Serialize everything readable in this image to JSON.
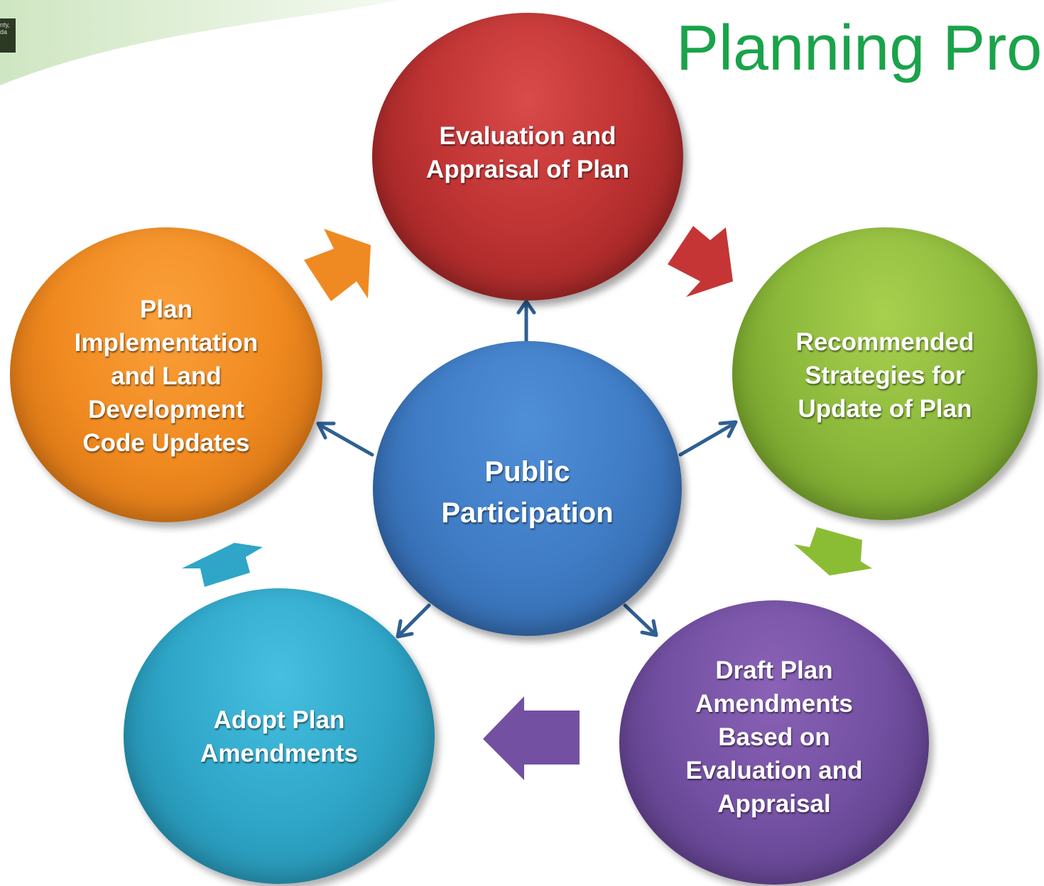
{
  "slide": {
    "title": "Planning Pro",
    "logo_text": "nty,\nda"
  },
  "diagram": {
    "center": {
      "label": "Public\nParticipation"
    },
    "steps": [
      {
        "id": "evaluation",
        "label": "Evaluation and\nAppraisal of Plan",
        "color": "#c03434"
      },
      {
        "id": "recommended",
        "label": "Recommended\nStrategies  for\nUpdate of Plan",
        "color": "#8bb83a"
      },
      {
        "id": "draft",
        "label": "Draft Plan\nAmendments\nBased on\nEvaluation and\nAppraisal",
        "color": "#7350a2"
      },
      {
        "id": "adopt",
        "label": "Adopt Plan\nAmendments",
        "color": "#2fa6c8"
      },
      {
        "id": "plan_impl",
        "label": "Plan\nImplementation\nand Land\nDevelopment\nCode Updates",
        "color": "#f08a20"
      }
    ],
    "connector_color": "#2f5f93"
  }
}
